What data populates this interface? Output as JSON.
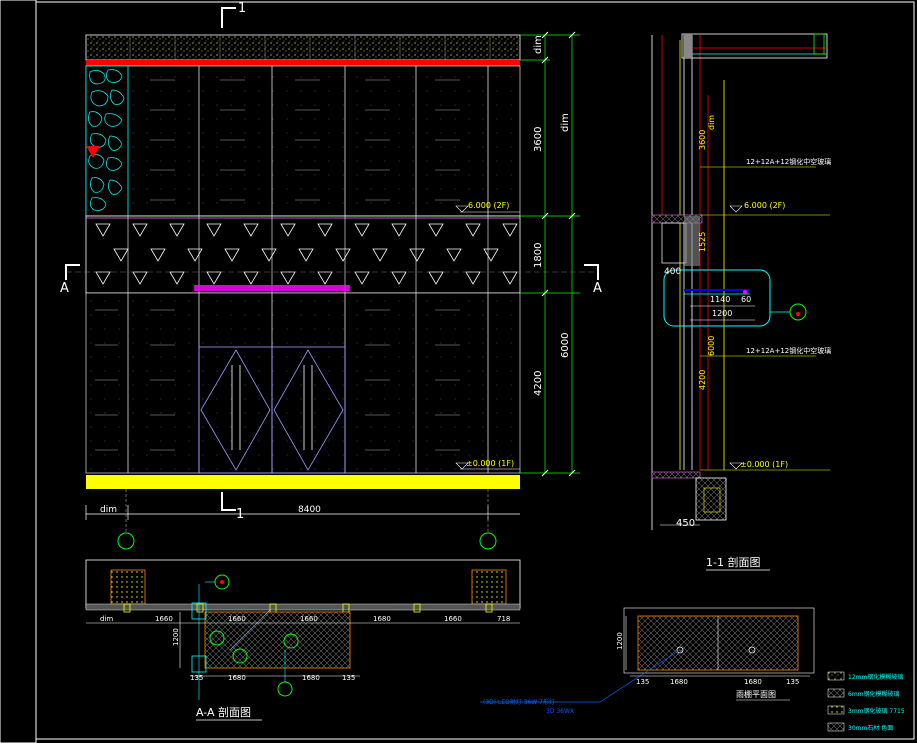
{
  "section_marks": {
    "top_number": "1",
    "bottom_number": "1",
    "left_letter": "A",
    "right_letter": "A"
  },
  "elevation": {
    "dims_right": [
      "dim",
      "dim",
      "3600",
      "1800",
      "4200",
      "6000"
    ],
    "level_2f": "6.000 (2F)",
    "level_1f": "±0.000 (1F)",
    "bottom_dim_left": "dim",
    "bottom_dim_total": "8400"
  },
  "section_1_1": {
    "dims": [
      "3600",
      "1525",
      "6000",
      "4200",
      "dim"
    ],
    "glass_label_upper": "12+12A+12钢化中空玻璃",
    "glass_label_lower": "12+12A+12钢化中空玻璃",
    "level_2f": "6.000 (2F)",
    "level_1f": "±0.000 (1F)",
    "dim_400": "400",
    "dim_1140": "1140",
    "dim_60": "60",
    "dim_1200": "1200",
    "dim_450": "450",
    "title": "1-1 剖面图"
  },
  "plan_a_a": {
    "dims_top": [
      "dim",
      "1660",
      "1660",
      "1660",
      "1680",
      "1660",
      "718"
    ],
    "dims_bottom": [
      "135",
      "1680",
      "1680",
      "135"
    ],
    "dim_left": "1200",
    "title": "A-A 剖面图"
  },
  "canopy_plan": {
    "dims_bottom": [
      "135",
      "1680",
      "1680",
      "135"
    ],
    "dim_left": "1200",
    "title": "雨棚平面图",
    "note_line1": "(3D) LED射灯 36W 7形灯",
    "note_line2": "3D 36WX"
  },
  "legend": [
    "12mm钢化模糊玻璃",
    "6mm钢化模糊玻璃",
    "3mm钢化玻璃 7715",
    "30mm石材 色面"
  ],
  "colors": {
    "background": "#000000",
    "line": "#ffffff",
    "red": "#ff0000",
    "yellow": "#ffff00",
    "cyan": "#00ffff",
    "green": "#00ff00",
    "magenta": "#ff00ff",
    "blue": "#0000ff"
  }
}
